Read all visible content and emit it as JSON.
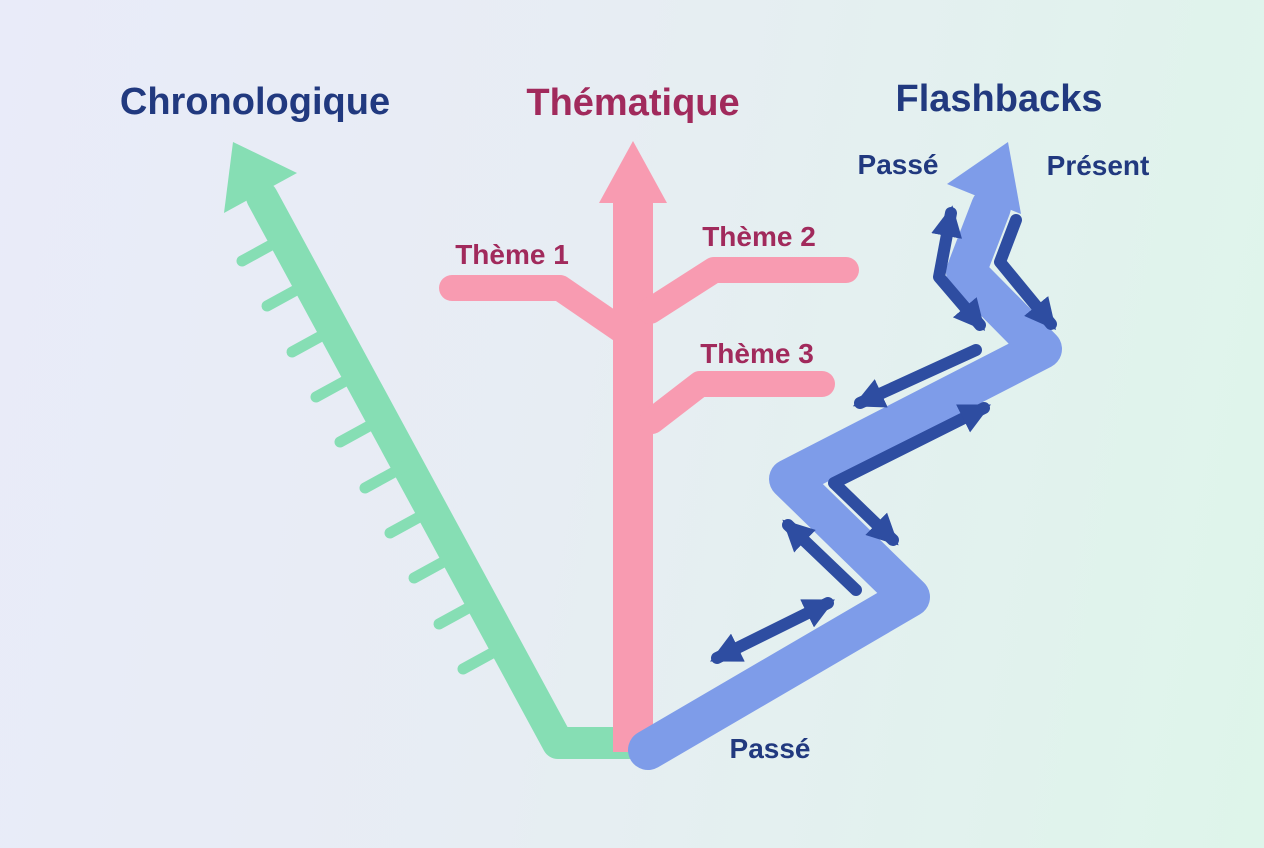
{
  "titles": {
    "chronological": "Chronologique",
    "thematic": "Thématique",
    "flashbacks": "Flashbacks"
  },
  "thematic_branches": {
    "theme1": "Thème 1",
    "theme2": "Thème 2",
    "theme3": "Thème 3"
  },
  "flashback_labels": {
    "past_top": "Passé",
    "present_top": "Présent",
    "past_bottom": "Passé"
  },
  "colors": {
    "background_left": "#e9ebf9",
    "background_right": "#def5ea",
    "green": "#86deb4",
    "pink": "#f89bb1",
    "light_blue": "#7e9ce9",
    "dark_blue": "#2e4da1",
    "navy_text": "#21397f",
    "raspberry_text": "#a12a5c"
  }
}
